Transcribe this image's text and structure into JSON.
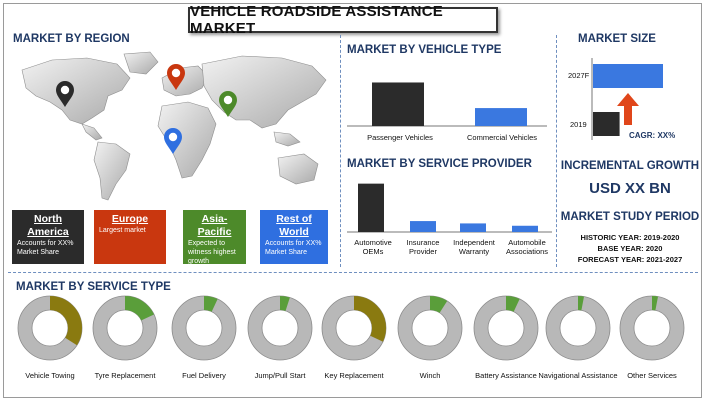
{
  "title": "VEHICLE ROADSIDE ASSISTANCE MARKET",
  "region": {
    "heading": "MARKET BY REGION",
    "cards": [
      {
        "title": "North America",
        "text": "Accounts for XX% Market Share",
        "color": "#2b2b2b"
      },
      {
        "title": "Europe",
        "text": "Largest market",
        "color": "#c9370f"
      },
      {
        "title": "Asia-Pacific",
        "text": "Expected to witness highest growth",
        "color": "#4d8a2a"
      },
      {
        "title": "Rest of World",
        "text": "Accounts for XX% Market Share",
        "color": "#2f6fe0"
      }
    ],
    "pins": [
      {
        "name": "north-america-pin",
        "color": "#2b2b2b"
      },
      {
        "name": "europe-pin",
        "color": "#c9370f"
      },
      {
        "name": "asia-pacific-pin",
        "color": "#4d8a2a"
      },
      {
        "name": "rest-of-world-pin",
        "color": "#2f6fe0"
      }
    ]
  },
  "vehicle_type": {
    "heading": "MARKET BY VEHICLE TYPE"
  },
  "service_provider": {
    "heading": "MARKET BY SERVICE PROVIDER"
  },
  "market_size": {
    "heading": "MARKET SIZE",
    "cagr": "CAGR: XX%"
  },
  "incremental": {
    "heading": "INCREMENTAL GROWTH",
    "value": "USD XX BN"
  },
  "study_period": {
    "heading": "MARKET STUDY PERIOD",
    "historic": "HISTORIC YEAR: 2019-2020",
    "base": "BASE YEAR: 2020",
    "forecast": "FORECAST YEAR: 2021-2027"
  },
  "service_type": {
    "heading": "MARKET BY SERVICE TYPE"
  },
  "colors": {
    "dark": "#2b2b2b",
    "blue": "#3a78e0",
    "olive": "#8a7a10",
    "green": "#5a9e3a",
    "grey": "#b8b8b8",
    "navy": "#1f3864",
    "orange": "#e0461a"
  },
  "chart_data": [
    {
      "type": "bar",
      "title": "MARKET BY VEHICLE TYPE",
      "categories": [
        "Passenger Vehicles",
        "Commercial Vehicles"
      ],
      "values": [
        0.68,
        0.28
      ],
      "colors": [
        "#2b2b2b",
        "#3a78e0"
      ]
    },
    {
      "type": "bar",
      "title": "MARKET BY SERVICE PROVIDER",
      "categories": [
        "Automotive OEMs",
        "Insurance Provider",
        "Independent Warranty",
        "Automobile Associations"
      ],
      "values": [
        0.62,
        0.14,
        0.11,
        0.08
      ],
      "colors": [
        "#2b2b2b",
        "#3a78e0",
        "#3a78e0",
        "#3a78e0"
      ]
    },
    {
      "type": "bar",
      "title": "MARKET SIZE",
      "orientation": "horizontal",
      "categories": [
        "2027F",
        "2019"
      ],
      "values": [
        1.0,
        0.38
      ],
      "colors": [
        "#3a78e0",
        "#2b2b2b"
      ]
    },
    {
      "type": "pie",
      "title": "MARKET BY SERVICE TYPE",
      "style": "donut",
      "categories": [
        "Vehicle Towing",
        "Tyre Replacement",
        "Fuel Delivery",
        "Jump/Pull Start",
        "Key Replacement",
        "Winch",
        "Battery Assistance",
        "Navigational Assistance",
        "Other Services"
      ],
      "values": [
        0.34,
        0.18,
        0.07,
        0.05,
        0.32,
        0.09,
        0.07,
        0.03,
        0.03
      ],
      "colors": [
        "#8a7a10",
        "#5a9e3a",
        "#5a9e3a",
        "#5a9e3a",
        "#8a7a10",
        "#5a9e3a",
        "#5a9e3a",
        "#5a9e3a",
        "#5a9e3a"
      ]
    }
  ]
}
